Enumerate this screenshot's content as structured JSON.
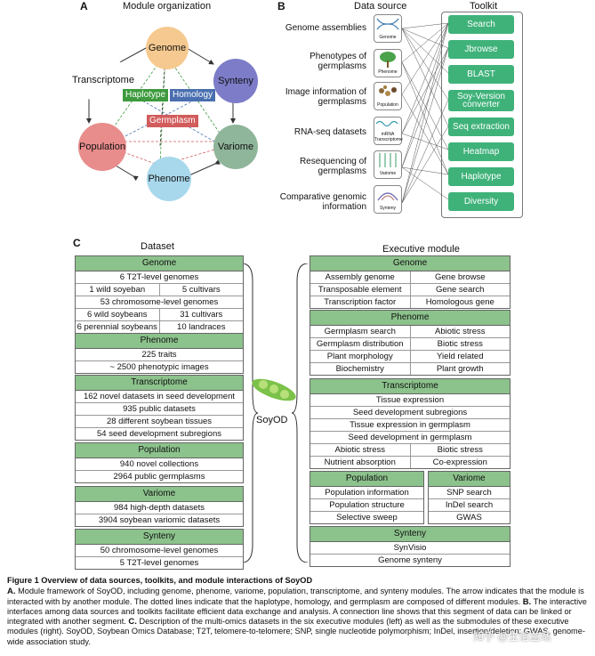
{
  "panel_a": {
    "label": "A",
    "title": "Module organization",
    "modules": [
      "Genome",
      "Synteny",
      "Variome",
      "Phenome",
      "Population",
      "Transcriptome"
    ],
    "tags": {
      "haplotype": "Haplotype",
      "homology": "Homology",
      "germplasm": "Germplasm"
    }
  },
  "panel_b": {
    "label": "B",
    "source_title": "Data source",
    "toolkit_title": "Toolkit",
    "sources": [
      {
        "text": "Genome assemblies",
        "icon": "Genome"
      },
      {
        "text": "Phenotypes of germplasms",
        "icon": "Phenome"
      },
      {
        "text": "Image information of germplasms",
        "icon": "Population"
      },
      {
        "text": "RNA-seq datasets",
        "icon": "Transcriptome"
      },
      {
        "text": "Resequencing of germplasms",
        "icon": "Variome"
      },
      {
        "text": "Comparative genomic information",
        "icon": "Synteny"
      }
    ],
    "tools": [
      "Search",
      "Jbrowse",
      "BLAST",
      "Soy-Version converter",
      "Seq extraction",
      "Heatmap",
      "Haplotype",
      "Diversity"
    ],
    "icon_labels": {
      "mrna": "mRNA"
    }
  },
  "panel_c": {
    "label": "C",
    "dataset_title": "Dataset",
    "exec_title": "Executive module",
    "center": "SoyOD",
    "dataset": {
      "genome": {
        "header": "Genome",
        "r1": "6 T2T-level genomes",
        "r2a": "1 wild soyeban",
        "r2b": "5 cultivars",
        "r3": "53 chromosome-level genomes",
        "r4a": "6 wild soybeans",
        "r4b": "31 cultivars",
        "r5a": "6 perennial soybeans",
        "r5b": "10 landraces"
      },
      "phenome": {
        "header": "Phenome",
        "r1": "225 traits",
        "r2": "~ 2500 phenotypic images"
      },
      "transcriptome": {
        "header": "Transcriptome",
        "r1": "162 novel datasets in seed development",
        "r2": "935 public datasets",
        "r3": "28 different soybean tissues",
        "r4": "54 seed development subregions"
      },
      "population": {
        "header": "Population",
        "r1": "940 novel collections",
        "r2": "2964 public germplasms"
      },
      "variome": {
        "header": "Variome",
        "r1": "984 high-depth datasets",
        "r2": "3904 soybean variomic datasets"
      },
      "synteny": {
        "header": "Synteny",
        "r1": "50 chromosome-level genomes",
        "r2": "5 T2T-level genomes"
      }
    },
    "exec": {
      "genome": {
        "header": "Genome",
        "r1a": "Assembly genome",
        "r1b": "Gene browse",
        "r2a": "Transposable element",
        "r2b": "Gene search",
        "r3a": "Transcription factor",
        "r3b": "Homologous gene"
      },
      "phenome": {
        "header": "Phenome",
        "r1a": "Germplasm search",
        "r1b": "Abiotic stress",
        "r2a": "Germplasm distribution",
        "r2b": "Biotic stress",
        "r3a": "Plant morphology",
        "r3b": "Yield related",
        "r4a": "Biochemistry",
        "r4b": "Plant growth"
      },
      "transcriptome": {
        "header": "Transcriptome",
        "r1": "Tissue expression",
        "r2": "Seed development subregions",
        "r3": "Tissue expression in germplasm",
        "r4": "Seed development in germplasm",
        "r5a": "Abiotic stress",
        "r5b": "Biotic stress",
        "r6a": "Nutrient absorption",
        "r6b": "Co-expression"
      },
      "population": {
        "header": "Population",
        "r1": "Population information",
        "r2": "Population structure",
        "r3": "Selective sweep"
      },
      "variome": {
        "header": "Variome",
        "r1": "SNP search",
        "r2": "InDel search",
        "r3": "GWAS"
      },
      "synteny": {
        "header": "Synteny",
        "r1": "SynVisio",
        "r2": "Genome synteny"
      }
    }
  },
  "caption": {
    "title": "Figure 1 Overview of data sources, toolkits, and module interactions of SoyOD",
    "a_label": "A.",
    "a_text": "Module framework of SoyOD, including genome, phenome, variome, population, transcriptome, and synteny modules. The arrow indicates that the module is interacted with by another module. The dotted lines indicate that the haplotype, homology, and germplasm are composed of different modules.",
    "b_label": "B.",
    "b_text": "The interactive interfaces among data sources and toolkits facilitate efficient data exchange and analysis. A connection line shows that this segment of data can be linked or integrated with another segment.",
    "c_label": "C.",
    "c_text": "Description of the multi-omics datasets in the six executive modules (left) as well as the submodules of these executive modules (right). SoyOD, Soybean Omics Database; T2T, telomere-to-telomere; SNP, single nucleotide polymorphism; InDel, insertion/deletion; GWAS, genome-wide association study."
  },
  "watermark": "知乎 @生信益站",
  "colors": {
    "genome": "#f5c98f",
    "synteny": "#7c7cc8",
    "variome": "#8fb59a",
    "phenome": "#a8d8ec",
    "population": "#e88c8c",
    "transcriptome": "#ffffff",
    "toolkit": "#3fb27a",
    "header": "#8cc28c",
    "haplotype": "#3d9a3d",
    "homology": "#4a6fb0",
    "germplasm": "#d25c5c"
  }
}
